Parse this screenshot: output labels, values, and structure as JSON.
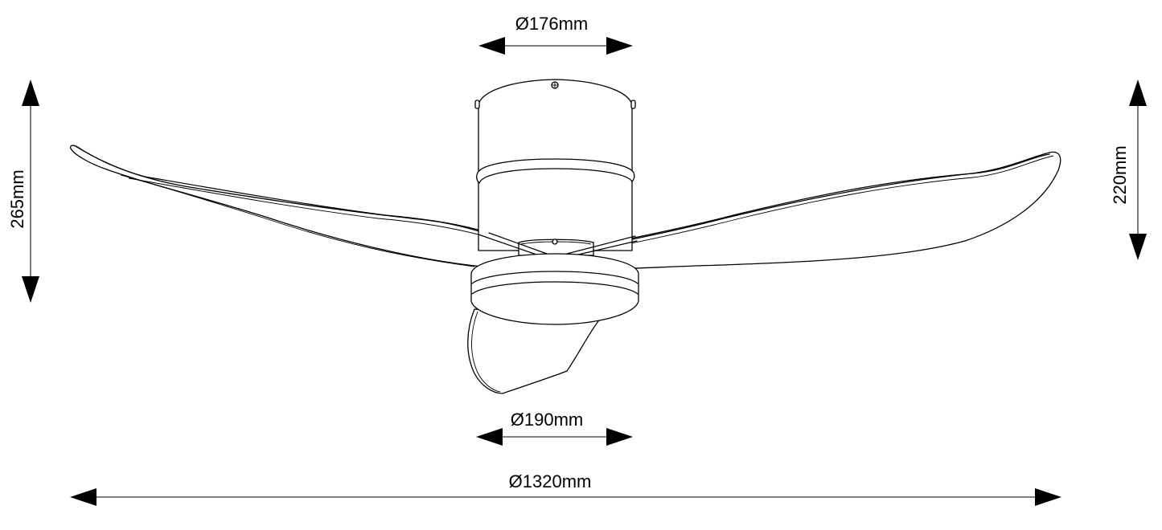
{
  "drawing": {
    "title": "Ceiling fan dimension drawing",
    "subject": "3-blade ceiling fan with canopy, motor housing and light/remote dome",
    "line_color": "#000000",
    "background_color": "#ffffff"
  },
  "dimensions": {
    "canopy_diameter": {
      "label": "Ø176mm",
      "value": 176,
      "unit": "mm",
      "orientation": "horizontal"
    },
    "motor_diameter": {
      "label": "Ø190mm",
      "value": 190,
      "unit": "mm",
      "orientation": "horizontal"
    },
    "blade_span": {
      "label": "Ø1320mm",
      "value": 1320,
      "unit": "mm",
      "orientation": "horizontal"
    },
    "total_height": {
      "label": "265mm",
      "value": 265,
      "unit": "mm",
      "orientation": "vertical",
      "side": "left"
    },
    "ceiling_to_blade_height": {
      "label": "220mm",
      "value": 220,
      "unit": "mm",
      "orientation": "vertical",
      "side": "right"
    }
  },
  "parts": [
    {
      "name": "canopy",
      "description": "cylindrical ceiling canopy with top screw"
    },
    {
      "name": "canopy-ring",
      "description": "decorative ring band around canopy"
    },
    {
      "name": "blades",
      "count": 3
    },
    {
      "name": "motor-housing",
      "description": "round motor/light housing with band"
    },
    {
      "name": "lower-dome",
      "description": "angled lower cover"
    }
  ]
}
